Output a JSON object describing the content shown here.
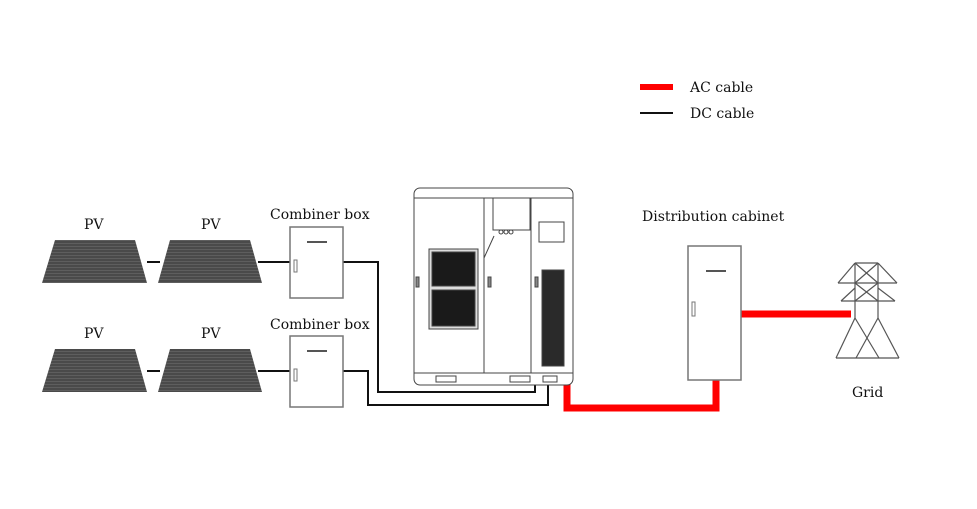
{
  "legend": {
    "ac_label": "AC cable",
    "dc_label": "DC cable",
    "ac_color": "#ff0000",
    "dc_color": "#111111"
  },
  "labels": {
    "pv1": "PV",
    "pv2": "PV",
    "pv3": "PV",
    "pv4": "PV",
    "combiner1": "Combiner box",
    "combiner2": "Combiner box",
    "distribution": "Distribution cabinet",
    "grid": "Grid"
  },
  "colors": {
    "panel": "#4a4a4a",
    "outline": "#777777"
  }
}
